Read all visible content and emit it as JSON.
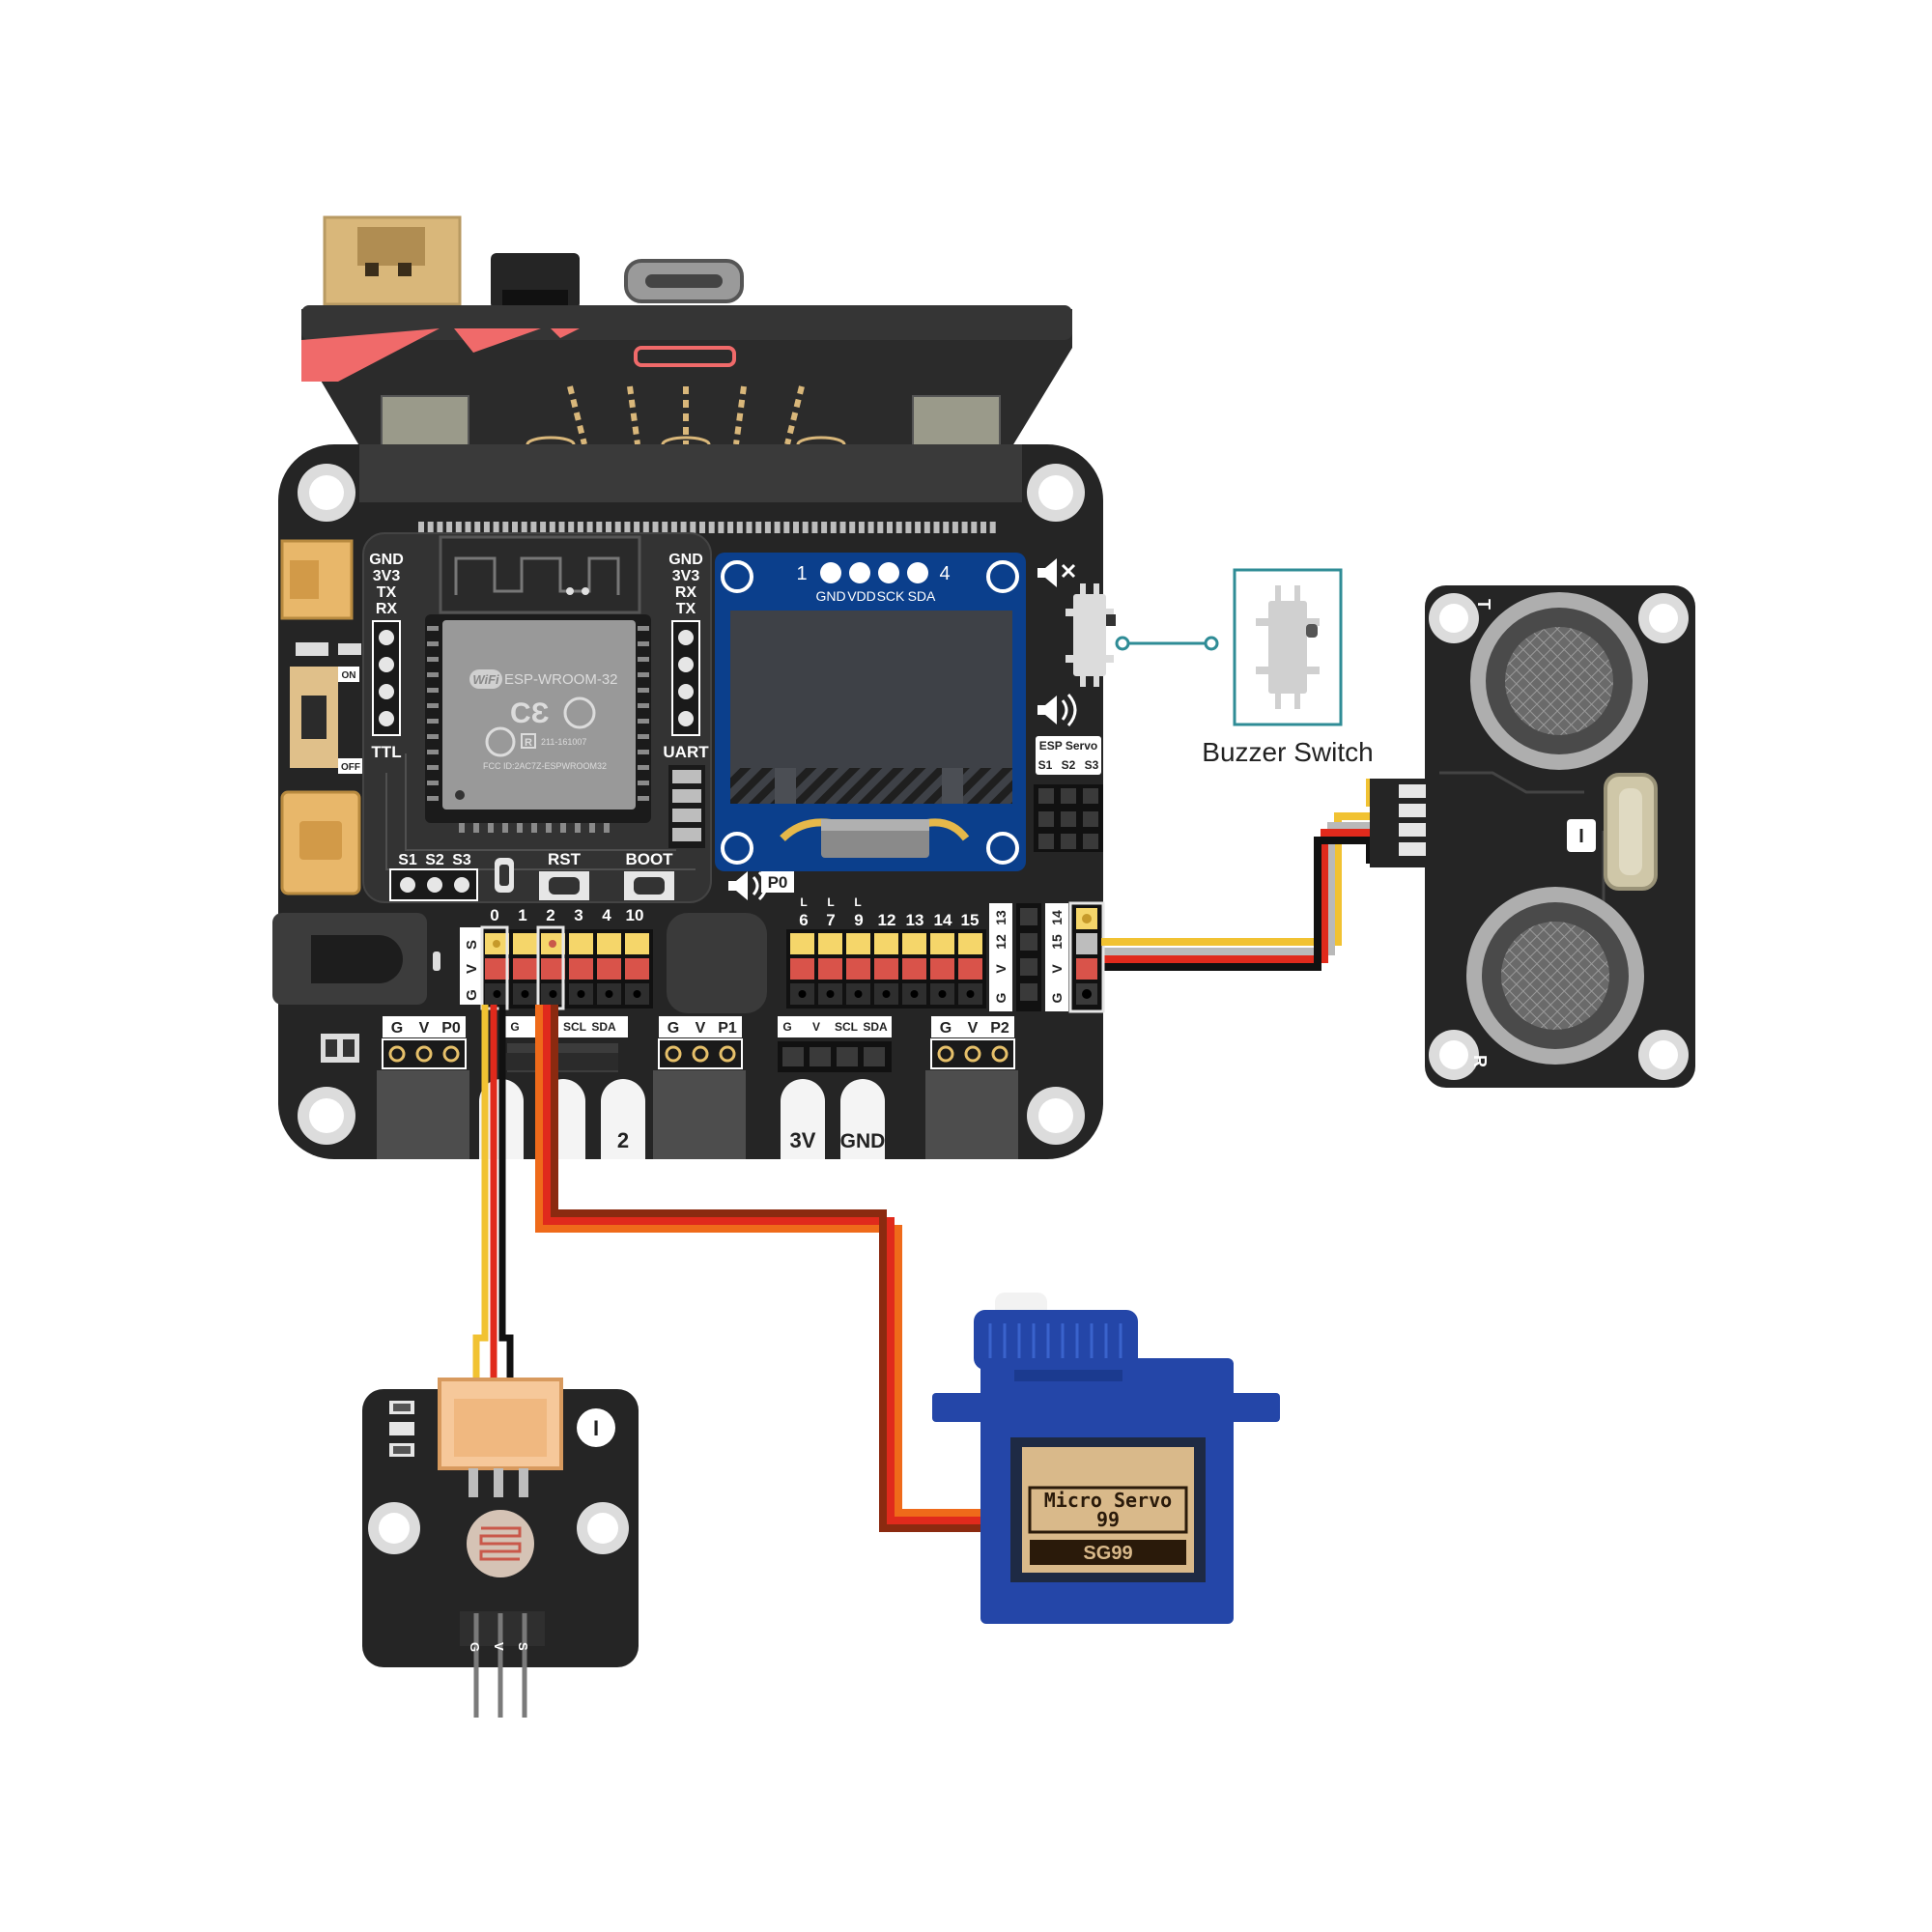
{
  "board": {
    "esp_module": {
      "brand": "WiFi",
      "model": "ESP-WROOM-32",
      "cert": "211-161007",
      "fcc": "FCC ID:2AC7Z-ESPWROOM32"
    },
    "ttl_pins": [
      "GND",
      "3V3",
      "TX",
      "RX"
    ],
    "ttl_label": "TTL",
    "uart_pins": [
      "GND",
      "3V3",
      "RX",
      "TX"
    ],
    "uart_label": "UART",
    "power_switch": {
      "on": "ON",
      "off": "OFF"
    },
    "servo_header": {
      "labels": [
        "S1",
        "S2",
        "S3"
      ]
    },
    "buttons": {
      "rst": "RST",
      "boot": "BOOT"
    },
    "oled": {
      "pin_numbers": [
        "1",
        "4"
      ],
      "pins": [
        "GND",
        "VDD",
        "SCK",
        "SDA"
      ]
    },
    "speaker_label": "P0",
    "esp_servo": {
      "title": "ESP Servo",
      "labels": [
        "S1",
        "S2",
        "S3"
      ]
    },
    "gvs_labels": [
      "G",
      "V",
      "S"
    ],
    "pins_left": [
      "0",
      "1",
      "2",
      "3",
      "4",
      "10"
    ],
    "pins_mid": [
      "6",
      "7",
      "9",
      "12",
      "13",
      "14",
      "15"
    ],
    "pins_l_marks": [
      "L",
      "L",
      "L"
    ],
    "pins_side": [
      "13",
      "12",
      "14",
      "15"
    ],
    "ports": {
      "p0": [
        "G",
        "V",
        "P0"
      ],
      "i2c_left": [
        "G",
        "SCL",
        "SDA"
      ],
      "p1": [
        "G",
        "V",
        "P1"
      ],
      "i2c_mid": [
        "G",
        "V",
        "SCL",
        "SDA"
      ],
      "p2": [
        "G",
        "V",
        "P2"
      ]
    },
    "edge_labels": [
      "2",
      "3V",
      "GND"
    ]
  },
  "buzzer": {
    "label": "Buzzer Switch"
  },
  "ultrasonic": {
    "t": "T",
    "r": "R",
    "badge": "I"
  },
  "light_sensor": {
    "badge": "I",
    "pins": [
      "G",
      "V",
      "S"
    ]
  },
  "servo": {
    "line1": "Micro Servo",
    "line2": "99",
    "model": "SG99"
  },
  "colors": {
    "board": "#252525",
    "oled_blue": "#0b3f8c",
    "header_yellow": "#f5d66a",
    "header_red": "#d9534a",
    "wire_yellow": "#f1c232",
    "wire_red": "#e02a1c",
    "wire_orange": "#ef6a1a",
    "wire_black": "#111111",
    "servo_blue": "#2446a8",
    "caption_box": "#2f8c96"
  }
}
